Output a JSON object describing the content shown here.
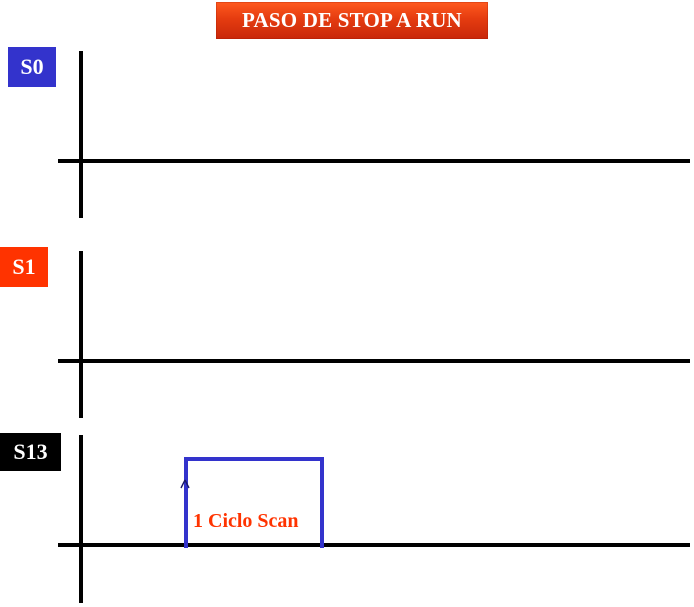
{
  "title": "PASO DE STOP A RUN",
  "signals": [
    {
      "label": "S0",
      "color": "#3333cc"
    },
    {
      "label": "S1",
      "color": "#ff3300"
    },
    {
      "label": "S13",
      "color": "#000000"
    }
  ],
  "pulse": {
    "label": "1 Ciclo Scan",
    "color": "#3333cc",
    "label_color": "#ff3300"
  }
}
